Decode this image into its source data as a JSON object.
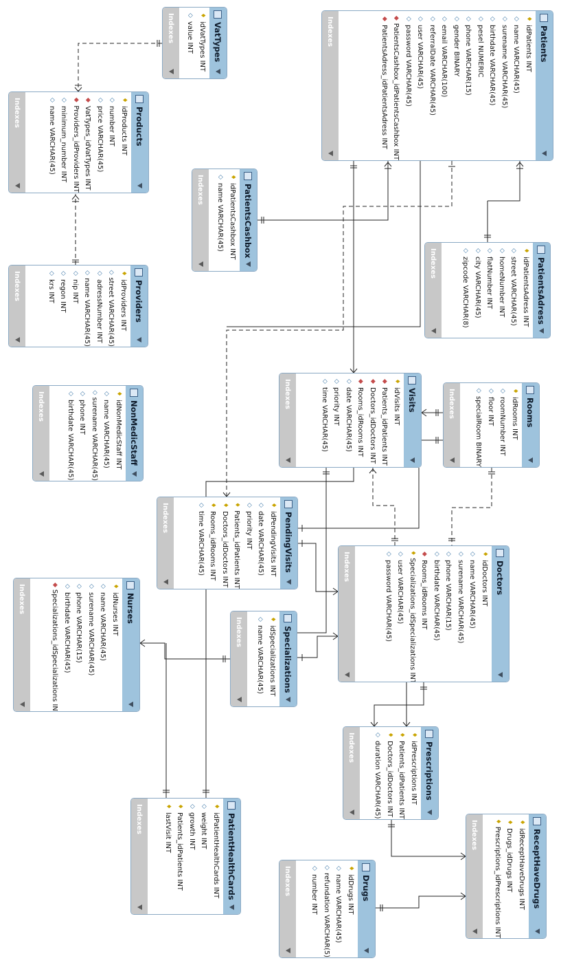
{
  "indexes_label": "Indexes",
  "tables": {
    "vattypes": {
      "name": "VatTypes",
      "columns": [
        {
          "key": "pk",
          "text": "idVatTypes INT"
        },
        {
          "key": "at",
          "text": "value INT"
        }
      ]
    },
    "products": {
      "name": "Products",
      "columns": [
        {
          "key": "pk",
          "text": "idProducts INT"
        },
        {
          "key": "at",
          "text": "number INT"
        },
        {
          "key": "at",
          "text": "price VARCHAR(45)"
        },
        {
          "key": "fk",
          "text": "VatTypes_idVatTypes INT"
        },
        {
          "key": "fk",
          "text": "Providers_idProviders INT"
        },
        {
          "key": "at",
          "text": "minimum_number INT"
        },
        {
          "key": "at",
          "text": "name VARCHAR(45)"
        }
      ]
    },
    "providers": {
      "name": "Providers",
      "columns": [
        {
          "key": "pk",
          "text": "idProviders INT"
        },
        {
          "key": "at",
          "text": "street VARCHAR(45)"
        },
        {
          "key": "at",
          "text": "adressNumber INT"
        },
        {
          "key": "at",
          "text": "name VARCHAR(45)"
        },
        {
          "key": "at",
          "text": "nip INT"
        },
        {
          "key": "at",
          "text": "regon INT"
        },
        {
          "key": "at",
          "text": "krs INT"
        }
      ]
    },
    "nonmedicstaff": {
      "name": "NonMedicStaff",
      "columns": [
        {
          "key": "pk",
          "text": "idNonMedicStaff INT"
        },
        {
          "key": "at",
          "text": "name VARCHAR(45)"
        },
        {
          "key": "at",
          "text": "surename VARCHAR(45)"
        },
        {
          "key": "at",
          "text": "phone INT"
        },
        {
          "key": "at",
          "text": "birthdate VARCHAR(45)"
        }
      ]
    },
    "nurses": {
      "name": "Nurses",
      "columns": [
        {
          "key": "pk",
          "text": "idNurses INT"
        },
        {
          "key": "at",
          "text": "name VARCHAR(45)"
        },
        {
          "key": "at",
          "text": "surename VARCHAR(45)"
        },
        {
          "key": "at",
          "text": "phone VARCHAR(15)"
        },
        {
          "key": "at",
          "text": "birthdate VARCHAR(45)"
        },
        {
          "key": "fk",
          "text": "Specializations_idSpecializations INT"
        }
      ]
    },
    "patients": {
      "name": "Patients",
      "columns": [
        {
          "key": "pk",
          "text": "idPatients INT"
        },
        {
          "key": "at",
          "text": "name VARCHAR(45)"
        },
        {
          "key": "at",
          "text": "surename VARCHAR(45)"
        },
        {
          "key": "at",
          "text": "birthdate VARCHAR(45)"
        },
        {
          "key": "at",
          "text": "pesel NUMERIC"
        },
        {
          "key": "at",
          "text": "phone VARCHAR(15)"
        },
        {
          "key": "at",
          "text": "gender BINARY"
        },
        {
          "key": "at",
          "text": "email VARCHAR(100)"
        },
        {
          "key": "at",
          "text": "referralDate VARCHAR(45)"
        },
        {
          "key": "at",
          "text": "user VARCHAR(45)"
        },
        {
          "key": "at",
          "text": "password VARCHAR(45)"
        },
        {
          "key": "fk",
          "text": "PatientsCashbox_idPatientsCashbox INT"
        },
        {
          "key": "fk",
          "text": "PatientsAdress_idPatientsAdress INT"
        }
      ]
    },
    "patientscashbox": {
      "name": "PatientsCashbox",
      "columns": [
        {
          "key": "pk",
          "text": "idPatientsCashbox INT"
        },
        {
          "key": "at",
          "text": "name VARCHAR(45)"
        }
      ]
    },
    "patientsadress": {
      "name": "PatientsAdress",
      "columns": [
        {
          "key": "pk",
          "text": "idPatientsAdress INT"
        },
        {
          "key": "at",
          "text": "street VARCHAR(45)"
        },
        {
          "key": "at",
          "text": "homeNumber INT"
        },
        {
          "key": "at",
          "text": "flatNumber INT"
        },
        {
          "key": "at",
          "text": "city VARCHAR(45)"
        },
        {
          "key": "at",
          "text": "zipcode VARCHAR(8)"
        }
      ]
    },
    "visits": {
      "name": "Visits",
      "columns": [
        {
          "key": "pk",
          "text": "idVisits INT"
        },
        {
          "key": "fk",
          "text": "Patients_idPatients INT"
        },
        {
          "key": "fk",
          "text": "Doctors_idDoctors INT"
        },
        {
          "key": "fk",
          "text": "Rooms_idRooms INT"
        },
        {
          "key": "at",
          "text": "date VARCHAR(45)"
        },
        {
          "key": "at",
          "text": "priority INT"
        },
        {
          "key": "at",
          "text": "time VARCHAR(45)"
        }
      ]
    },
    "rooms": {
      "name": "Rooms",
      "columns": [
        {
          "key": "pk",
          "text": "idRooms INT"
        },
        {
          "key": "at",
          "text": "roomNumber INT"
        },
        {
          "key": "at",
          "text": "floor INT"
        },
        {
          "key": "at",
          "text": "specialRoom BINARY"
        }
      ]
    },
    "pendingvisits": {
      "name": "PendingVisits",
      "columns": [
        {
          "key": "pk",
          "text": "idPendingVisits INT"
        },
        {
          "key": "at",
          "text": "date VARCHAR(45)"
        },
        {
          "key": "at",
          "text": "priority INT"
        },
        {
          "key": "pk",
          "text": "Patients_idPatients INT"
        },
        {
          "key": "pk",
          "text": "Doctors_idDoctors INT"
        },
        {
          "key": "pk",
          "text": "Rooms_idRooms INT"
        },
        {
          "key": "at",
          "text": "time VARCHAR(45)"
        }
      ]
    },
    "doctors": {
      "name": "Doctors",
      "columns": [
        {
          "key": "pk",
          "text": "idDoctors INT"
        },
        {
          "key": "at",
          "text": "name VARCHAR(45)"
        },
        {
          "key": "at",
          "text": "surename VARCHAR(45)"
        },
        {
          "key": "at",
          "text": "phone VARCHAR(15)"
        },
        {
          "key": "at",
          "text": "birthdate VARCHAR(45)"
        },
        {
          "key": "fk",
          "text": "Rooms_idRooms INT"
        },
        {
          "key": "pk",
          "text": "Specializations_idSpecializations INT"
        },
        {
          "key": "at",
          "text": "user VARCHAR(45)"
        },
        {
          "key": "at",
          "text": "password VARCHAR(45)"
        }
      ]
    },
    "specializations": {
      "name": "Specializations",
      "columns": [
        {
          "key": "pk",
          "text": "idSpecializations INT"
        },
        {
          "key": "at",
          "text": "name VARCHAR(45)"
        }
      ]
    },
    "prescriptions": {
      "name": "Prescriptions",
      "columns": [
        {
          "key": "pk",
          "text": "idPrescriptions INT"
        },
        {
          "key": "pk",
          "text": "Patients_idPatients INT"
        },
        {
          "key": "pk",
          "text": "Doctors_idDoctors INT"
        },
        {
          "key": "at",
          "text": "duration VARCHAR(45)"
        }
      ]
    },
    "patienthealthcards": {
      "name": "PatientHealthCards",
      "columns": [
        {
          "key": "pk",
          "text": "idPatientHealthCards INT"
        },
        {
          "key": "at",
          "text": "weight INT"
        },
        {
          "key": "at",
          "text": "growth INT"
        },
        {
          "key": "pk",
          "text": "Patients_idPatients INT"
        },
        {
          "key": "pk",
          "text": "lastVisit INT"
        }
      ]
    },
    "recepthavedrugs": {
      "name": "ReceptHaveDrugs",
      "columns": [
        {
          "key": "pk",
          "text": "idReceptHaveDrugs INT"
        },
        {
          "key": "pk",
          "text": "Drugs_idDrugs INT"
        },
        {
          "key": "pk",
          "text": "Prescriptions_idPrescriptions INT"
        }
      ]
    },
    "drugs": {
      "name": "Drugs",
      "columns": [
        {
          "key": "pk",
          "text": "idDrugs INT"
        },
        {
          "key": "at",
          "text": "name VARCHAR(45)"
        },
        {
          "key": "at",
          "text": "refundation VARCHAR(5)"
        },
        {
          "key": "at",
          "text": "number INT"
        }
      ]
    }
  },
  "icons": {
    "primary_key": "key-icon",
    "foreign_key": "foreign-key-icon",
    "attribute": "attribute-diamond-icon",
    "table": "table-icon",
    "collapse": "collapse-triangle-icon"
  },
  "colors": {
    "header": "#9ec3dd",
    "indexes": "#c8c8c8",
    "line": "#222222"
  }
}
